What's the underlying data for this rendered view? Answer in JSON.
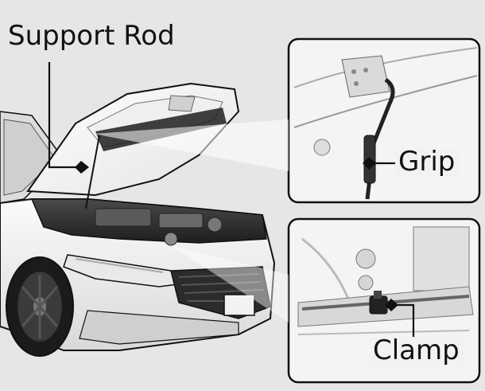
{
  "labels": {
    "support_rod": "Support Rod",
    "grip": "Grip",
    "clamp": "Clamp"
  },
  "colors": {
    "background": "#e6e6e6",
    "outline": "#111111",
    "detail_fill": "#f4f4f4",
    "shadow": "#3a3a3a"
  }
}
